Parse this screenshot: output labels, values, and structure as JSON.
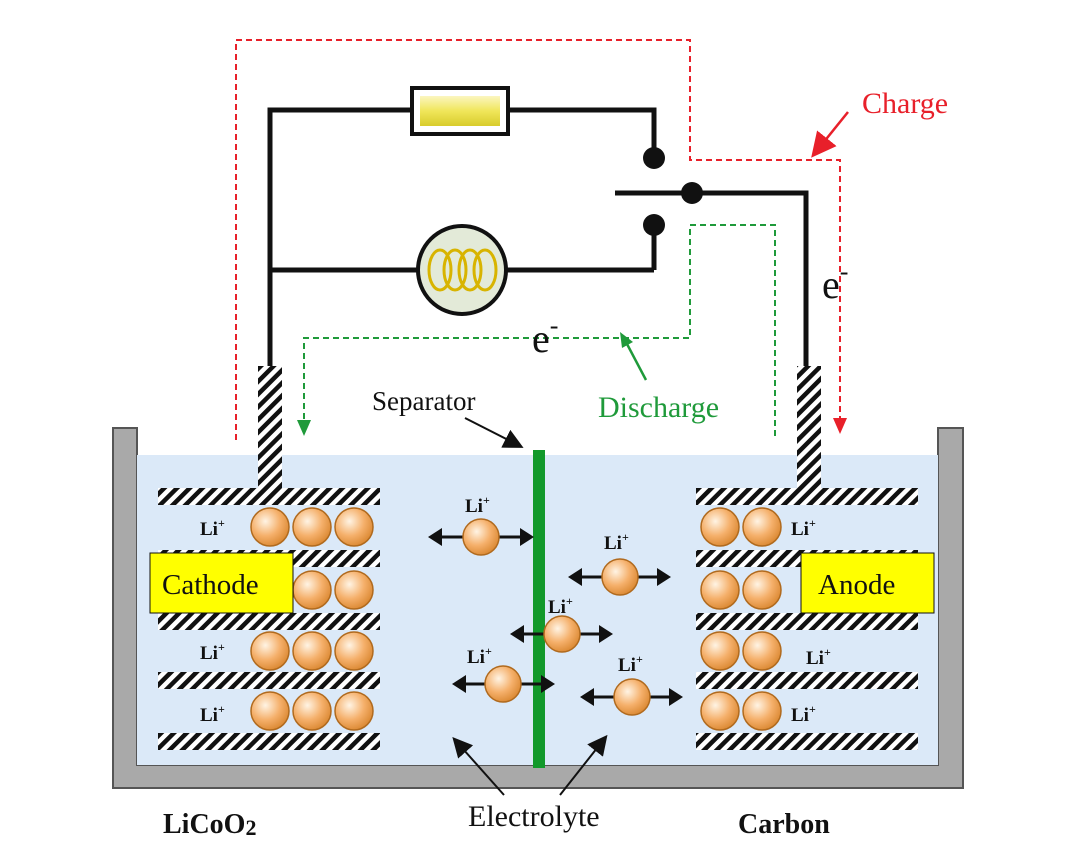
{
  "labels": {
    "charge": "Charge",
    "discharge": "Discharge",
    "separator": "Separator",
    "electron_left": "e",
    "electron_right": "e",
    "electron_superscript": "-",
    "cathode": "Cathode",
    "anode": "Anode",
    "cathode_material_prefix": "LiCoO",
    "cathode_material_subscript": "2",
    "anode_material": "Carbon",
    "electrolyte": "Electrolyte",
    "lithium_ion": "Li",
    "lithium_ion_charge": "+"
  },
  "colors": {
    "charge_path": "#e8202a",
    "discharge_path": "#1f9a3a",
    "separator": "#12992b",
    "electrolyte_fill": "#dbe9f8",
    "container": "#a9a9a9",
    "label_box": "#ffff00",
    "lithium_ion_fill": "#f5b06b",
    "resistor_fill": "#f2ec77",
    "bulb_fill": "#e3ead8",
    "coil": "#e8c400"
  }
}
